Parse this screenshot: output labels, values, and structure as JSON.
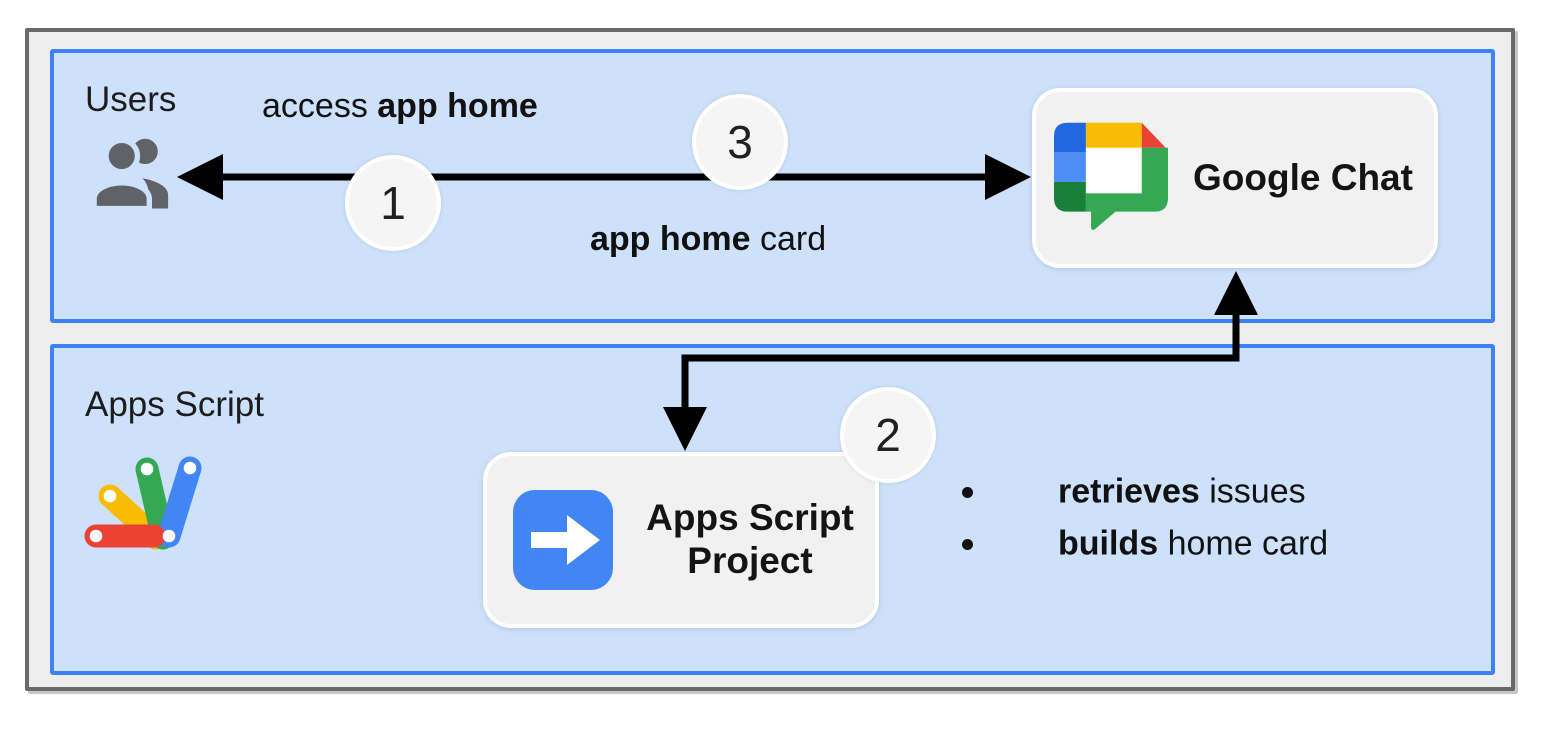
{
  "diagram": {
    "top_panel": {
      "label": "Users",
      "request_label": [
        {
          "text": "access ",
          "bold": false
        },
        {
          "text": "app home",
          "bold": true
        }
      ],
      "response_label": [
        {
          "text": "app home",
          "bold": true
        },
        {
          "text": " card",
          "bold": false
        }
      ],
      "chat_box_title": "Google Chat",
      "step_1": "1",
      "step_3": "3"
    },
    "bottom_panel": {
      "label": "Apps Script",
      "project_box_title": "Apps Script Project",
      "step_2": "2",
      "bullets": [
        {
          "segments": [
            {
              "text": "retrieves ",
              "bold": true
            },
            {
              "text": "issues",
              "bold": false
            }
          ]
        },
        {
          "segments": [
            {
              "text": "builds ",
              "bold": true
            },
            {
              "text": "home card",
              "bold": false
            }
          ]
        }
      ]
    },
    "icons": {
      "users": "people-icon",
      "google_chat": "google-chat-logo",
      "apps_script": "apps-script-logo",
      "project": "arrow-right-icon"
    },
    "colors": {
      "panel_fill": "#cde1fb",
      "panel_border": "#3c82f6",
      "frame_fill": "#ededed",
      "frame_border": "#6a6a6a",
      "node_fill": "#f1f1f1",
      "arrow": "#000000",
      "google_blue": "#4285f4",
      "google_red": "#ea4335",
      "google_yellow": "#f9bc05",
      "google_green": "#34a853",
      "chat_dark_blue": "#2167dd",
      "chat_light_blue": "#4d8df5",
      "chat_dark_green": "#188038",
      "users_icon_gray": "#5f6368"
    }
  }
}
